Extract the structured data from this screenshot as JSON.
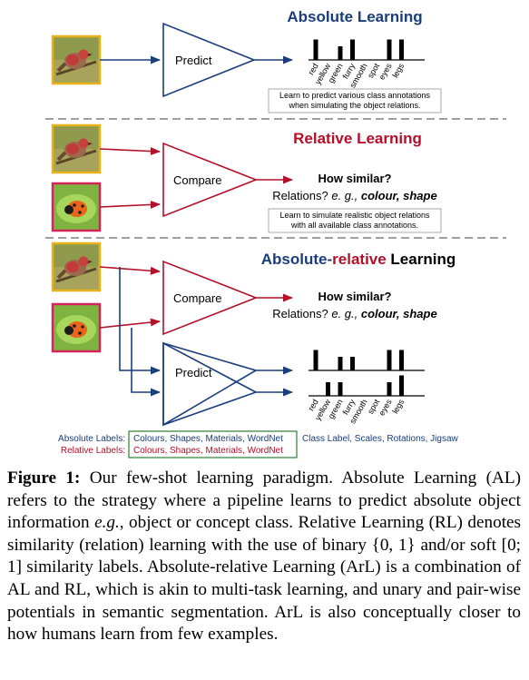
{
  "colors": {
    "blue": "#1a3d7c",
    "red": "#b3102a",
    "gold": "#e7b21a",
    "pink": "#d6245a",
    "green": "#2e7d32",
    "divider": "#808080"
  },
  "panel_al": {
    "title": "Absolute Learning",
    "block_label": "Predict",
    "note_lines": [
      "Learn to predict various class annotations",
      "when simulating the object relations."
    ],
    "bar_values": [
      3,
      0,
      2,
      3,
      0,
      0,
      3,
      3,
      0
    ]
  },
  "panel_rl": {
    "title": "Relative Learning",
    "block_label": "Compare",
    "question": "How similar?",
    "relations_prefix": "Relations? ",
    "relations_em": "e. g.,",
    "relations_rest": "colour, shape",
    "note_lines": [
      "Learn to simulate realistic object relations",
      "with all available class annotations."
    ]
  },
  "panel_arl": {
    "title_part1": "Absolute-",
    "title_part2": "relative",
    "title_part3": " Learning",
    "compare_label": "Compare",
    "predict_label": "Predict",
    "question": "How similar?",
    "relations_prefix": "Relations? ",
    "relations_em": "e. g.,",
    "relations_rest": "colour, shape",
    "bars_top": [
      3,
      0,
      2,
      2,
      0,
      0,
      3,
      3,
      0
    ],
    "bars_bottom": [
      0,
      2,
      2,
      0,
      0,
      0,
      2,
      3,
      0
    ]
  },
  "class_labels": [
    "red",
    "yellow",
    "green",
    "furry",
    "smooth",
    "spot",
    "eyes",
    "legs"
  ],
  "legend": {
    "absolute_label": "Absolute Labels:",
    "absolute_values": "Colours, Shapes, Materials, WordNet",
    "relative_label": "Relative Labels:",
    "relative_values": "Colours, Shapes, Materials, WordNet",
    "extra_values": "Class Label, Scales, Rotations, Jigsaw"
  },
  "caption": {
    "figure_label": "Figure 1:",
    "t1": " Our few-shot learning paradigm. Absolute Learning (AL) refers to the strategy where a pipeline learns to predict absolute object information ",
    "eg": "e.g.",
    "t2": ", object or concept class. Relative Learning (RL) denotes similarity (relation) learning with the use of binary {0, 1} and/or soft [0; 1] similarity labels. Absolute-relative Learning (ArL) is a combination of AL and RL, which is akin to multi-task learning, and unary and pair-wise potentials in semantic segmentation. ArL is also conceptually closer to how humans learn from few examples."
  }
}
